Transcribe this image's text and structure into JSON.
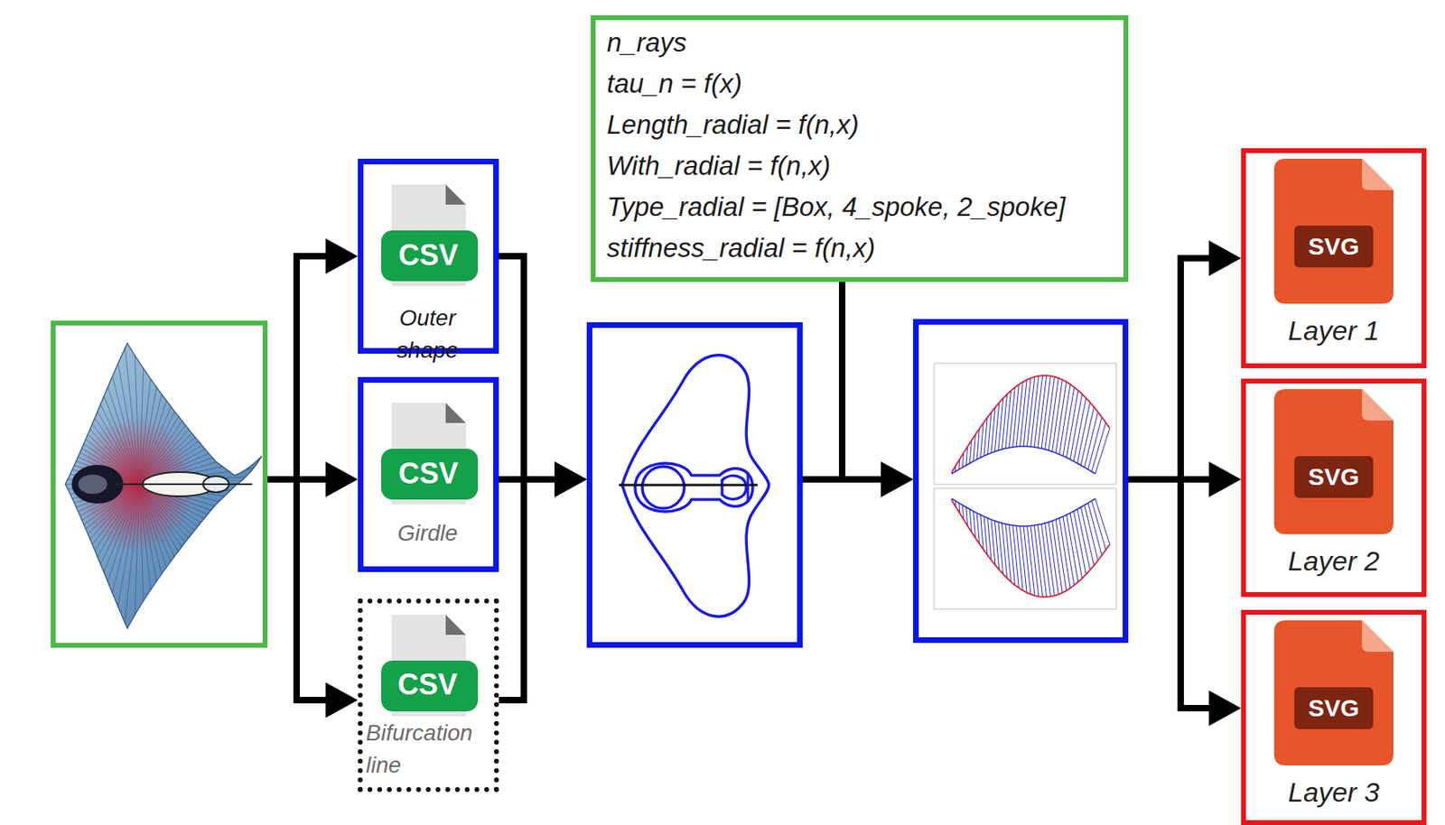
{
  "diagram": {
    "nodes": [
      {
        "text": []
      },
      {
        "text": [
          "CSV",
          "Outer shape"
        ]
      },
      {
        "text": [
          "CSV",
          "Girdle"
        ]
      },
      {
        "text": [
          "CSV",
          "Bifurcation line"
        ]
      },
      {
        "text": []
      },
      {
        "text": [
          "n_rays",
          "tau_n = f(x)",
          "Length_radial = f(n,x)",
          "With_radial = f(n,x)",
          "Type_radial = [Box, 4_spoke, 2_spoke]",
          "stiffness_radial = f(n,x)"
        ]
      },
      {
        "text": []
      },
      {
        "text": [
          "SVG",
          "Layer 1"
        ]
      },
      {
        "text": [
          "SVG",
          "Layer 2"
        ]
      },
      {
        "text": [
          "SVG",
          "Layer 3"
        ]
      }
    ],
    "edges": [
      {
        "from": 0,
        "to": 1,
        "arrow": "to"
      },
      {
        "from": 0,
        "to": 2,
        "arrow": "to"
      },
      {
        "from": 0,
        "to": 3,
        "arrow": "to"
      },
      {
        "from": 1,
        "to": 4,
        "arrow": "to"
      },
      {
        "from": 2,
        "to": 4,
        "arrow": "to"
      },
      {
        "from": 3,
        "to": 4,
        "arrow": "to"
      },
      {
        "from": 4,
        "to": 6,
        "arrow": "to"
      },
      {
        "from": 5,
        "to": 6,
        "arrow": "to"
      },
      {
        "from": 6,
        "to": 7,
        "arrow": "to"
      },
      {
        "from": 6,
        "to": 8,
        "arrow": "to"
      },
      {
        "from": 6,
        "to": 9,
        "arrow": "to"
      }
    ]
  }
}
